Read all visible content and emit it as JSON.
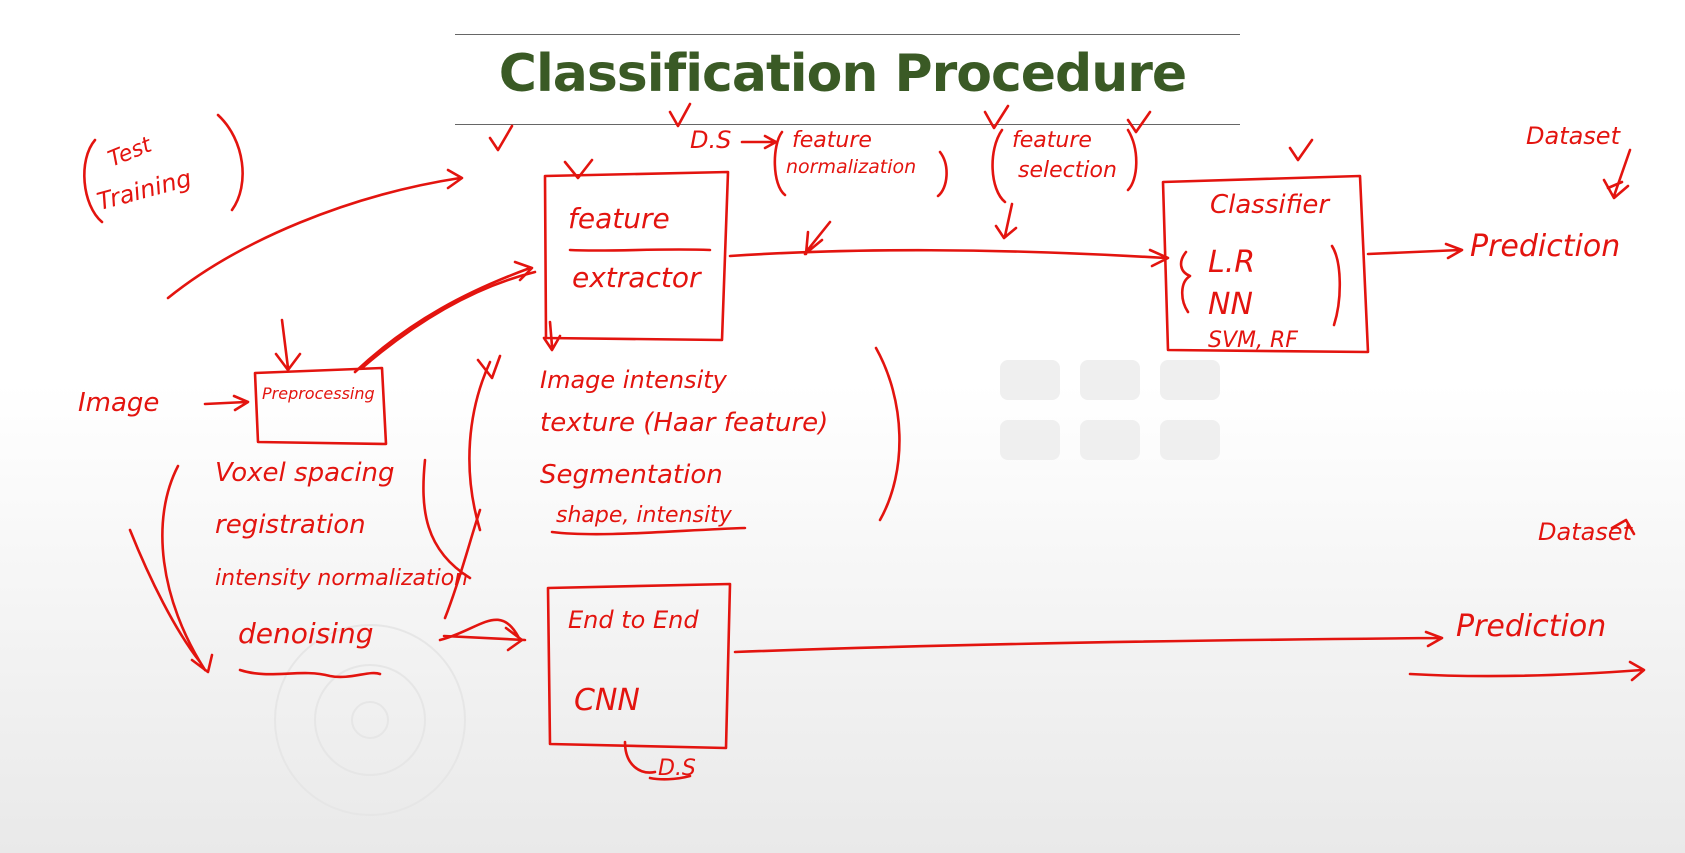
{
  "title": "Classification Procedure",
  "accent_color": "#e3140f",
  "title_color": "#3a5a25",
  "notes": {
    "test_training": [
      "Test",
      "Training"
    ],
    "image": "Image",
    "preprocessing": "Preprocessing",
    "steps": [
      "Voxel spacing",
      "registration",
      "intensity normalization",
      "denoising"
    ],
    "feature_extractor": [
      "feature",
      "extractor"
    ],
    "ds_top": "D.S",
    "feature_normalization": [
      "feature",
      "normalization"
    ],
    "feature_selection": [
      "feature",
      "selection"
    ],
    "feature_types": [
      "Image intensity",
      "texture (Haar feature)",
      "Segmentation",
      "shape, intensity"
    ],
    "classifier": "Classifier",
    "classifier_models": [
      "L.R",
      "NN",
      "SVM, RF"
    ],
    "dataset_top": "Dataset",
    "prediction_top": "Prediction",
    "end_to_end": "End to End",
    "cnn": "CNN",
    "ds_bottom": "D.S",
    "dataset_bottom": "Dataset",
    "prediction_bottom": "Prediction"
  }
}
